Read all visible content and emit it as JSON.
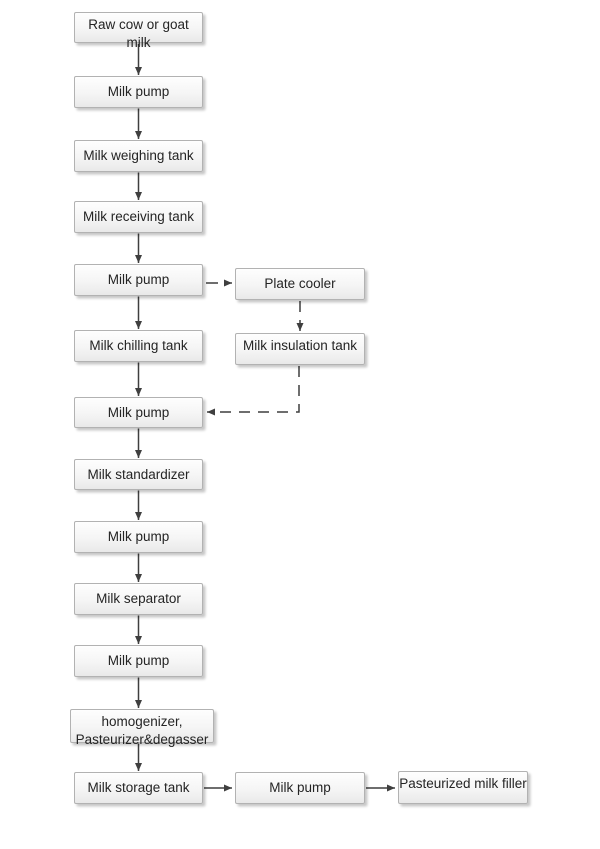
{
  "diagram": {
    "type": "flowchart",
    "colors": {
      "background": "#ffffff",
      "node_fill_top": "#fefefe",
      "node_fill_bottom": "#e9e9e9",
      "node_border": "#b2b2b2",
      "node_text": "#242424",
      "arrow": "#3f3f3f"
    },
    "nodes": {
      "raw_milk": {
        "label": "Raw cow or goat milk"
      },
      "milk_pump_1": {
        "label": "Milk pump"
      },
      "weighing": {
        "label": "Milk weighing tank"
      },
      "receiving": {
        "label": "Milk receiving tank"
      },
      "milk_pump_2": {
        "label": "Milk pump"
      },
      "plate_cooler": {
        "label": "Plate cooler"
      },
      "chilling": {
        "label": "Milk chilling tank"
      },
      "insulation": {
        "label": "Milk insulation tank"
      },
      "milk_pump_3": {
        "label": "Milk pump"
      },
      "standardizer": {
        "label": "Milk standardizer"
      },
      "milk_pump_4": {
        "label": "Milk pump"
      },
      "separator": {
        "label": "Milk separator"
      },
      "milk_pump_5": {
        "label": "Milk pump"
      },
      "homogenizer": {
        "label": "homogenizer, Pasteurizer&degasser"
      },
      "storage": {
        "label": "Milk storage tank"
      },
      "milk_pump_6": {
        "label": "Milk pump"
      },
      "filler": {
        "label": "Pasteurized milk filler"
      }
    },
    "edges": [
      {
        "from": "raw_milk",
        "to": "milk_pump_1",
        "style": "solid"
      },
      {
        "from": "milk_pump_1",
        "to": "weighing",
        "style": "solid"
      },
      {
        "from": "weighing",
        "to": "receiving",
        "style": "solid"
      },
      {
        "from": "receiving",
        "to": "milk_pump_2",
        "style": "solid"
      },
      {
        "from": "milk_pump_2",
        "to": "chilling",
        "style": "solid"
      },
      {
        "from": "milk_pump_2",
        "to": "plate_cooler",
        "style": "dashed"
      },
      {
        "from": "plate_cooler",
        "to": "insulation",
        "style": "dashed"
      },
      {
        "from": "insulation",
        "to": "milk_pump_3",
        "style": "dashed"
      },
      {
        "from": "chilling",
        "to": "milk_pump_3",
        "style": "solid"
      },
      {
        "from": "milk_pump_3",
        "to": "standardizer",
        "style": "solid"
      },
      {
        "from": "standardizer",
        "to": "milk_pump_4",
        "style": "solid"
      },
      {
        "from": "milk_pump_4",
        "to": "separator",
        "style": "solid"
      },
      {
        "from": "separator",
        "to": "milk_pump_5",
        "style": "solid"
      },
      {
        "from": "milk_pump_5",
        "to": "homogenizer",
        "style": "solid"
      },
      {
        "from": "homogenizer",
        "to": "storage",
        "style": "solid"
      },
      {
        "from": "storage",
        "to": "milk_pump_6",
        "style": "solid"
      },
      {
        "from": "milk_pump_6",
        "to": "filler",
        "style": "solid"
      }
    ]
  }
}
